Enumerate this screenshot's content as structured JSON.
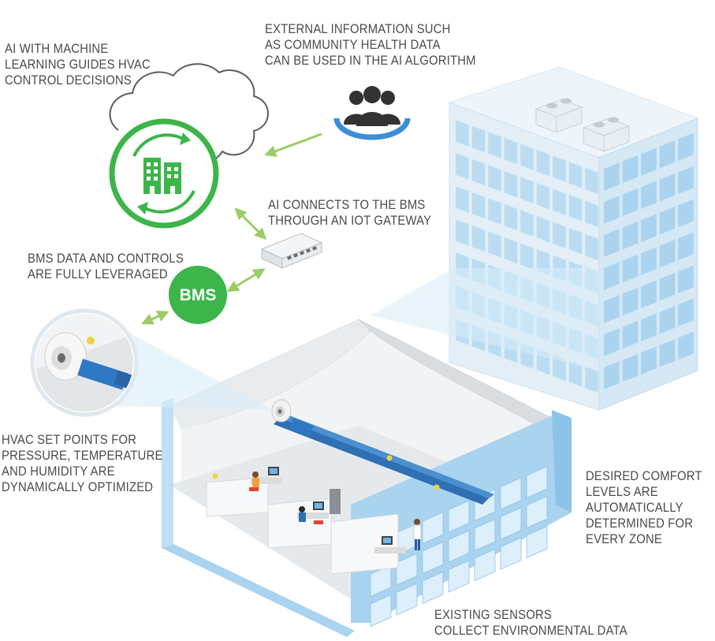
{
  "labels": {
    "ai_ml": [
      "AI WITH MACHINE",
      "LEARNING GUIDES HVAC",
      "CONTROL DECISIONS"
    ],
    "external": [
      "EXTERNAL INFORMATION SUCH",
      "AS COMMUNITY HEALTH DATA",
      "CAN BE USED IN THE AI ALGORITHM"
    ],
    "iot": [
      "AI CONNECTS TO THE BMS",
      "THROUGH AN IOT GATEWAY"
    ],
    "bms_data": [
      "BMS DATA AND CONTROLS",
      "ARE FULLY LEVERAGED"
    ],
    "hvac": [
      "HVAC SET POINTS FOR",
      "PRESSURE, TEMPERATURE",
      "AND HUMIDITY ARE",
      "DYNAMICALLY OPTIMIZED"
    ],
    "comfort": [
      "DESIRED COMFORT",
      "LEVELS ARE",
      "AUTOMATICALLY",
      "DETERMINED FOR",
      "EVERY ZONE"
    ],
    "sensors": [
      "EXISTING SENSORS",
      "COLLECT ENVIRONMENTAL DATA"
    ]
  },
  "bms_badge": "BMS",
  "icons": [
    "cloud-icon",
    "ai-building-icon",
    "community-group-icon",
    "iot-gateway-icon",
    "bms-icon",
    "hvac-fan-icon",
    "office-building-icon"
  ],
  "colors": {
    "accent_green": "#3cb54a",
    "arrow_green": "#9ccc65",
    "ring_blue": "#3a8fd6",
    "building_blue": "#cfe6f5",
    "window_blue": "#a9d3ee",
    "text_gray": "#4a4a4a"
  }
}
